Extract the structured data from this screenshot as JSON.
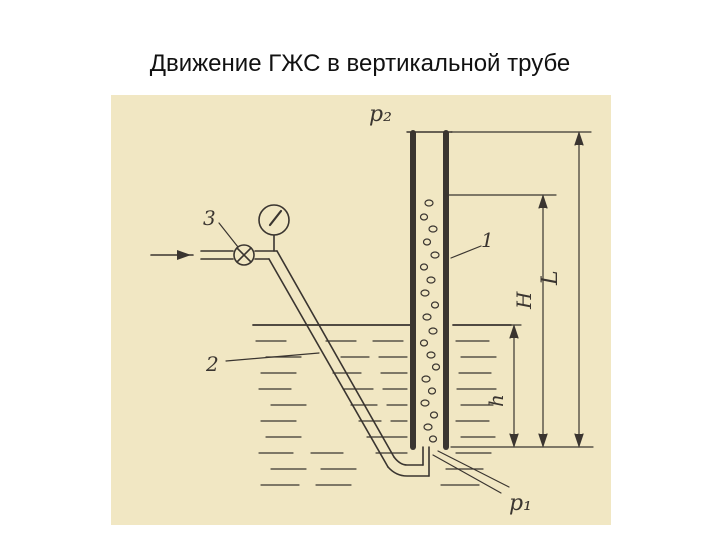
{
  "slide": {
    "title": "Движение ГЖС в вертикальной трубе"
  },
  "figure": {
    "labels": {
      "p2": "p₂",
      "p1": "p₁",
      "L": "L",
      "H": "H",
      "h": "h",
      "n1": "1",
      "n2": "2",
      "n3": "3"
    },
    "colors": {
      "background": "#f1e7c3",
      "ink": "#3a3530"
    }
  }
}
